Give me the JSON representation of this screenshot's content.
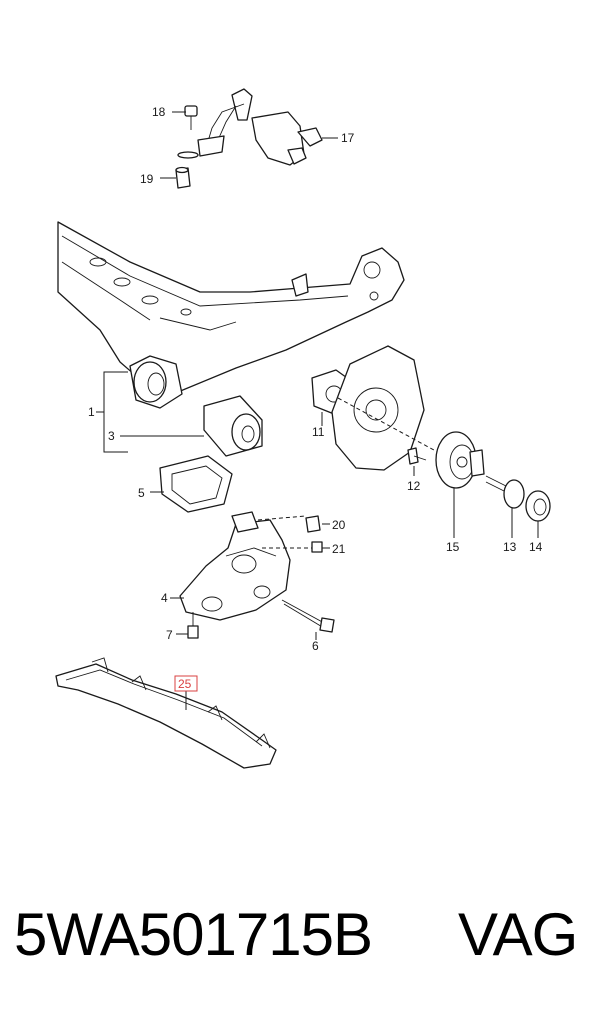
{
  "callouts": [
    {
      "label": "18"
    },
    {
      "label": "17"
    },
    {
      "label": "19"
    },
    {
      "label": "1"
    },
    {
      "label": "3"
    },
    {
      "label": "11"
    },
    {
      "label": "12"
    },
    {
      "label": "5"
    },
    {
      "label": "20"
    },
    {
      "label": "21"
    },
    {
      "label": "15"
    },
    {
      "label": "13"
    },
    {
      "label": "14"
    },
    {
      "label": "4"
    },
    {
      "label": "7"
    },
    {
      "label": "6"
    },
    {
      "label": "25"
    }
  ],
  "highlight": {
    "callout_label": "25",
    "color": "#d94040"
  },
  "footer": {
    "part_number": "5WA501715B",
    "brand": "VAG"
  }
}
